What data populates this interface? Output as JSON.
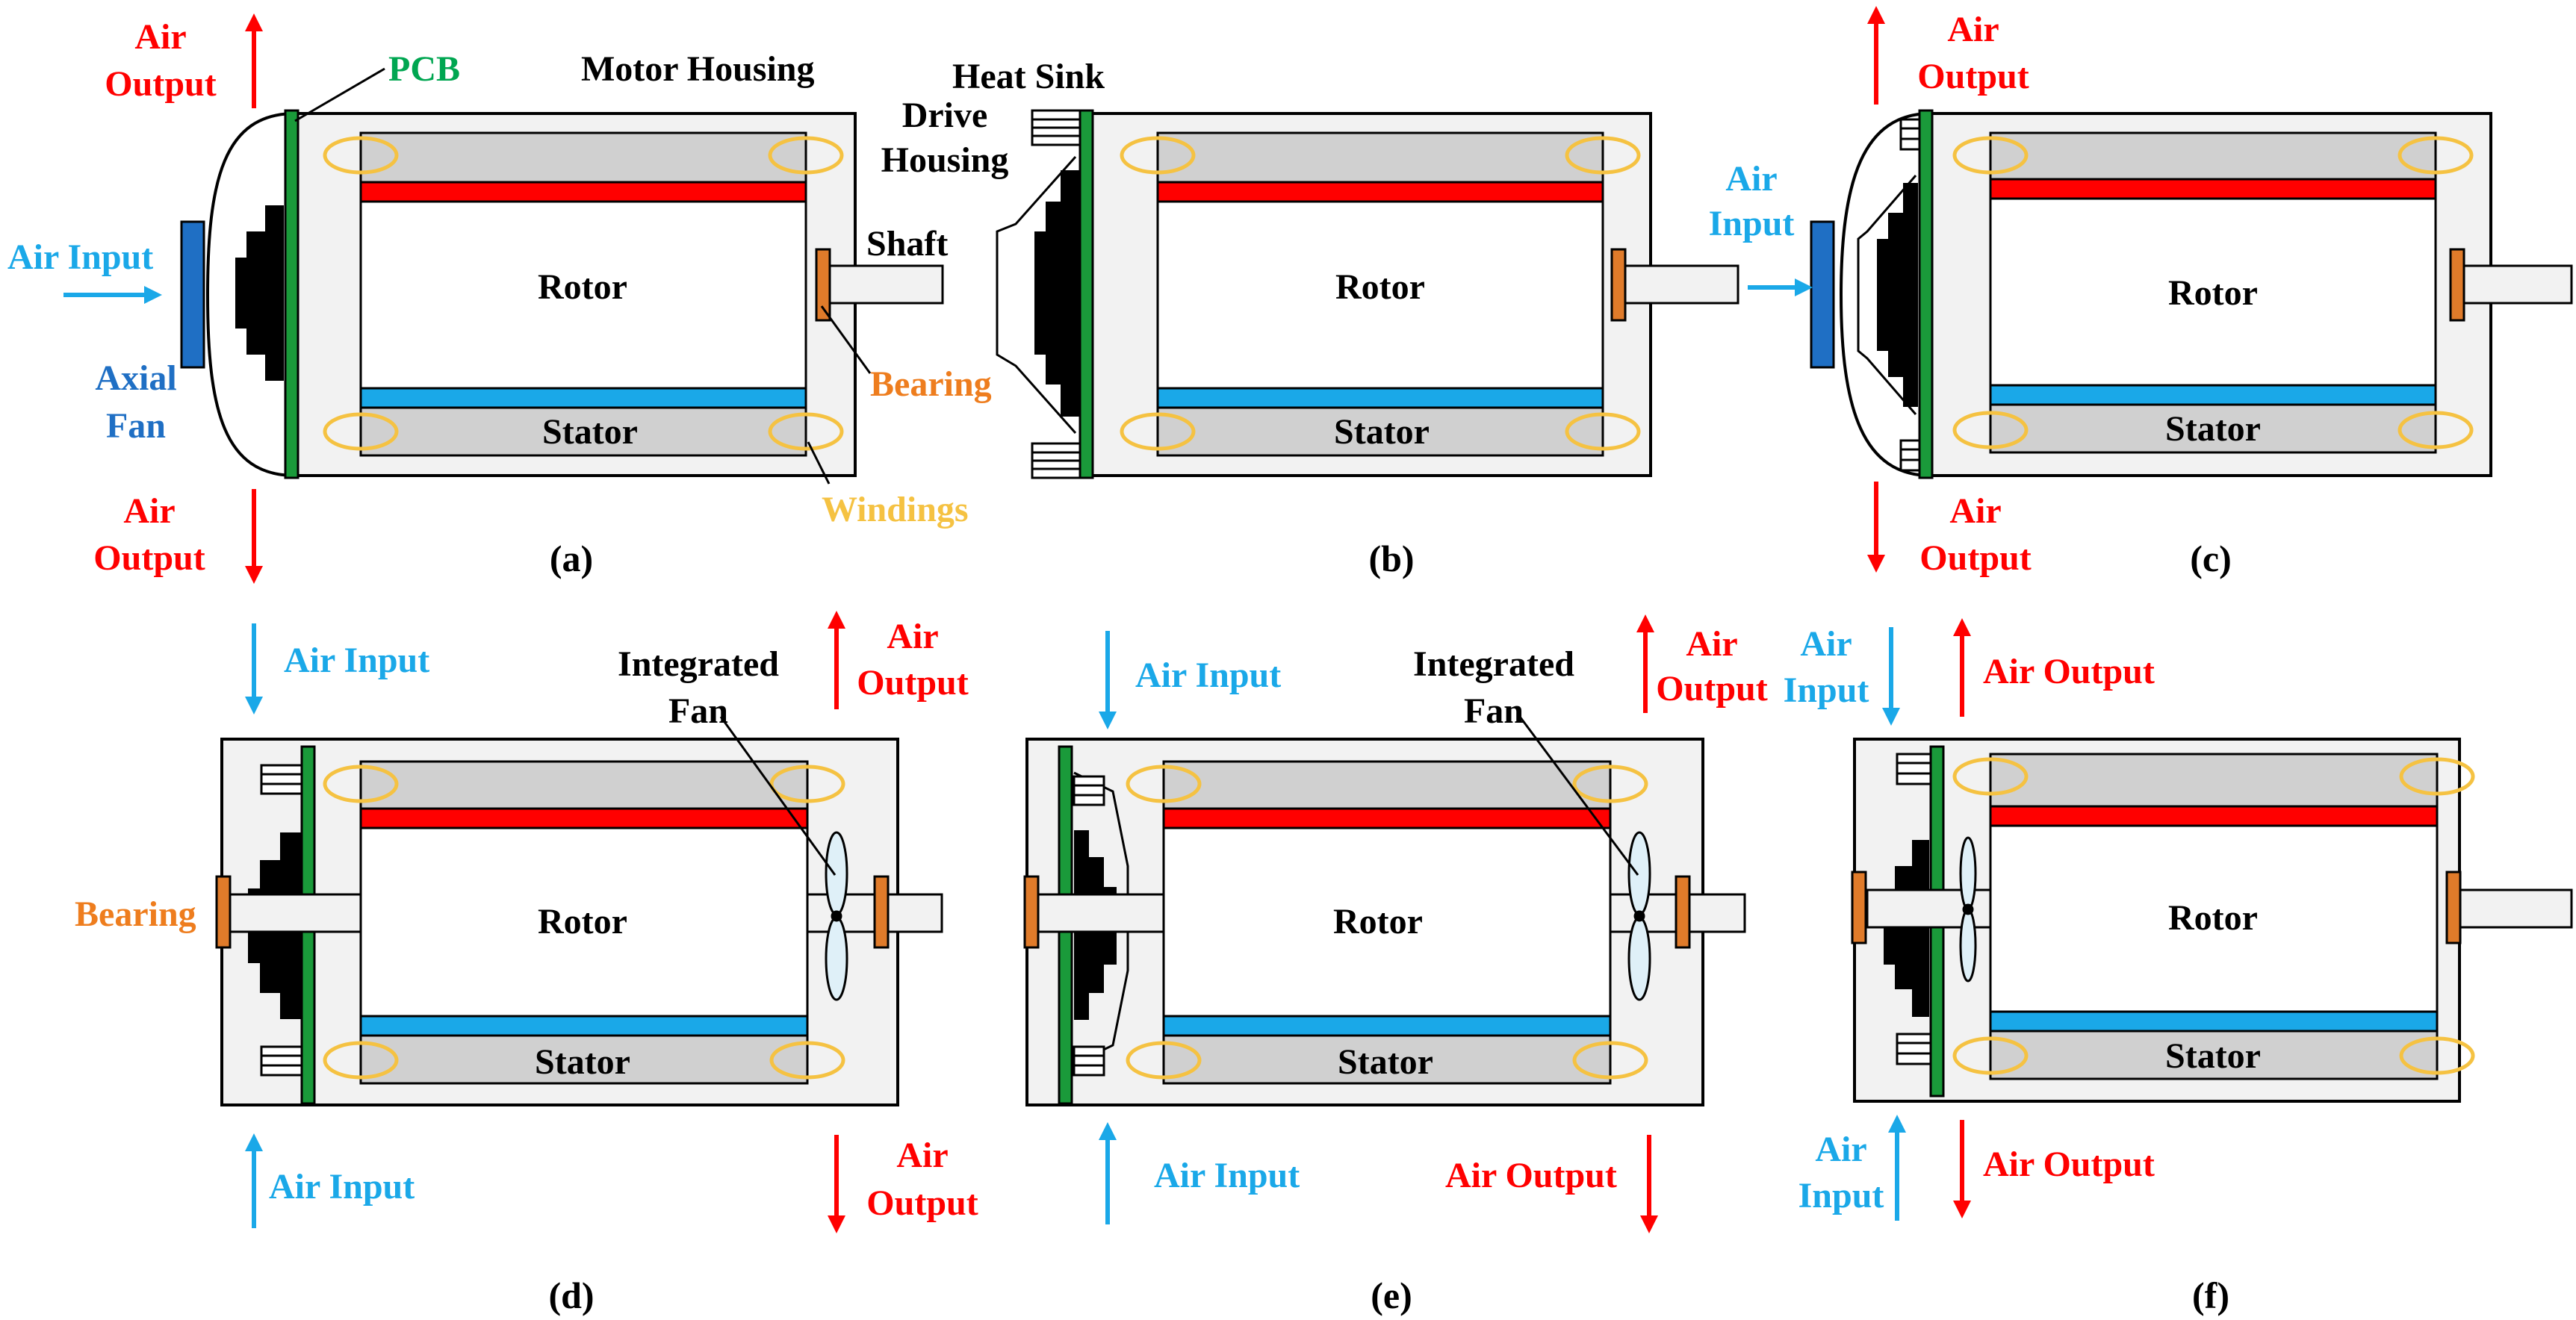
{
  "colors": {
    "rotor_magnet": "#ff0000",
    "stator_magnet": "#1aa8e8",
    "pcb": "#1a9a3a",
    "bearing": "#e07b2a",
    "winding": "#f5c242",
    "axial_fan": "#1f6fc4",
    "housing_fill": "#f2f2f2",
    "core_fill": "#d0d0d0",
    "air_input": "#1aa8e8",
    "air_output": "#ff0000"
  },
  "labels": {
    "rotor": "Rotor",
    "stator": "Stator",
    "air_input": "Air Input",
    "air_output": "Air Output",
    "air": "Air",
    "output": "Output",
    "input": "Input",
    "pcb": "PCB",
    "motor_housing": "Motor Housing",
    "heat_sink": "Heat Sink",
    "drive": "Drive",
    "housing": "Housing",
    "shaft": "Shaft",
    "axial": "Axial",
    "fan": "Fan",
    "bearing": "Bearing",
    "windings": "Windings",
    "integrated": "Integrated"
  },
  "panels": {
    "a": "(a)",
    "b": "(b)",
    "c": "(c)",
    "d": "(d)",
    "e": "(e)",
    "f": "(f)"
  }
}
